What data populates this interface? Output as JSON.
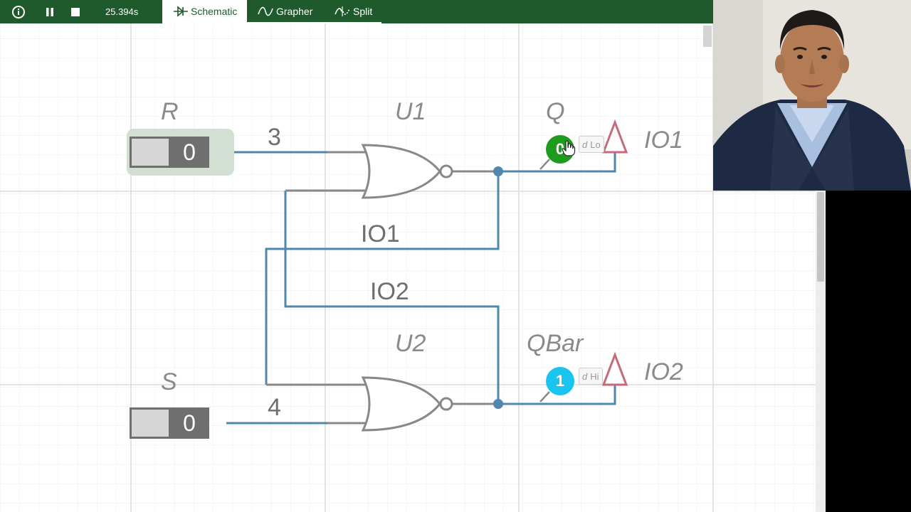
{
  "toolbar": {
    "timer": "25.394s",
    "tabs": [
      {
        "label": "Schematic",
        "icon": "diode-icon",
        "active": true
      },
      {
        "label": "Grapher",
        "icon": "sine-wave-icon",
        "active": false
      },
      {
        "label": "Split",
        "icon": "split-wave-icon",
        "active": false
      }
    ]
  },
  "schematic": {
    "switch_r": {
      "label": "R",
      "value": "0"
    },
    "switch_s": {
      "label": "S",
      "value": "0"
    },
    "gate_u1": {
      "label": "U1"
    },
    "gate_u2": {
      "label": "U2"
    },
    "net_r": "3",
    "net_s": "4",
    "wire_io1": "IO1",
    "wire_io2": "IO2",
    "probe_q": {
      "label": "Q",
      "value": "0",
      "tag_icon": "d",
      "tag_text": "Lo",
      "color": "#1e9b1e"
    },
    "probe_qbar": {
      "label": "QBar",
      "value": "1",
      "tag_icon": "d",
      "tag_text": "Hi",
      "color": "#19c4ee"
    },
    "output_io1": "IO1",
    "output_io2": "IO2"
  },
  "colors": {
    "toolbar": "#1e5a2c",
    "wire": "#4f87ad",
    "gate": "#888888",
    "output_triangle": "#c46a7a"
  }
}
